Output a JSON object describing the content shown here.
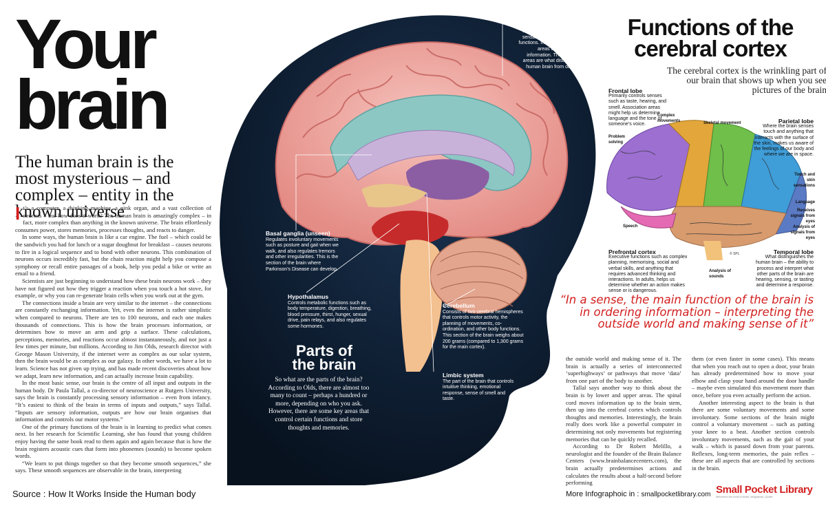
{
  "left": {
    "title_line1": "Your",
    "title_line2": "brain",
    "subtitle": "The human brain is the most mysterious – and complex – entity in the known universe",
    "dropcap": "I",
    "paragraphs": [
      "t’s a computer, a thinking machine, a pink organ, and a vast collection of neurons – but how does it work? The human brain is amazingly complex – in fact, more complex than anything in the known universe. The brain effortlessly consumes power, stores memories, processes thoughts, and reacts to danger.",
      "In some ways, the human brain is like a car engine. The fuel – which could be the sandwich you had for lunch or a sugar doughnut for breakfast – causes neurons to fire in a logical sequence and to bond with other neurons. This combination of neurons occurs incredibly fast, but the chain reaction might help you compose a symphony or recall entire passages of a book, help you pedal a bike or write an email to a friend.",
      "Scientists are just beginning to understand how these brain neurons work – they have not figured out how they trigger a reaction when you touch a hot stove, for example, or why you can re-generate brain cells when you work out at the gym.",
      "The connections inside a brain are very similar to the internet – the connections are constantly exchanging information. Yet, even the internet is rather simplistic when compared to neurons. There are ten to 100 neurons, and each one makes thousands of connections. This is how the brain processes information, or determines how to move an arm and grip a surface. These calculations, perceptions, memories, and reactions occur almost instantaneously, and not just a few times per minute, but millions. According to Jim Olds, research director with George Mason University, if the internet were as complex as our solar system, then the brain would be as complex as our galaxy. In other words, we have a lot to learn. Science has not given up trying, and has made recent discoveries about how we adapt, learn new information, and can actually increase brain capability.",
      "In the most basic sense, our brain is the centre of all input and outputs in the human body. Dr Paula Tallal, a co-director of neuroscience at Rutgers University, says the brain is constantly processing sensory information – even from infancy. “It’s easiest to think of the brain in terms of inputs and outputs,” says Tallal. “Inputs are sensory information, outputs are how our brain organises that information and controls our motor systems.”",
      "One of the primary functions of the brain is in learning to predict what comes next. In her research for Scientific Learning, she has found that young children enjoy having the same book read to them again and again because that is how the brain registers acoustic cues that form into phonemes (sounds) to become spoken words.",
      "“We learn to put things together so that they become smooth sequences,” she says. These smooth sequences are observable in the brain, interpreting"
    ]
  },
  "diagram": {
    "cerebral_cortex": {
      "title": "Cerebral cortex",
      "text": "The ‘grey matter’ of the brain controls cognition, motor activity, sensation, and other higher level functions. Includes the association areas which help process information. These association areas are what distinguishes the human brain from other brains."
    },
    "basal_ganglia": {
      "title": "Basal ganglia (unseen)",
      "text": "Regulates involuntary movements such as posture and gait when we walk, and also regulates tremors and other irregularities. This is the section of the brain where Parkinson’s Disease can develop."
    },
    "hypothalamus": {
      "title": "Hypothalamus",
      "text": "Controls metabolic functions such as body temperature, digestion, breathing, blood pressure, thirst, hunger, sexual drive, pain relays, and also regulates some hormones."
    },
    "cerebellum": {
      "title": "Cerebellum",
      "text": "Consists of two cerebral hemispheres that controls motor activity, the planning of movements, co-ordination, and other body functions. This section of the brain weighs about 200 grams (compared to 1,300 grams for the main cortex)."
    },
    "limbic_system": {
      "title": "Limbic system",
      "text": "The part of the brain that controls intuitive thinking, emotional response, sense of smell and taste."
    },
    "parts_title_line1": "Parts of",
    "parts_title_line2": "the brain",
    "parts_text": "So what are the parts of the brain? According to Olds, there are almost too many to count – perhaps a hundred or more, depending on who you ask. However, there are some key areas that control certain functions and store thoughts and memories."
  },
  "right": {
    "title_line1": "Functions of the",
    "title_line2": "cerebral cortex",
    "subtitle": "The cerebral cortex is the wrinkling part of our brain that shows up when you see pictures of the brain",
    "frontal_lobe": {
      "title": "Frontal lobe",
      "text": "Primarily controls senses such as taste, hearing, and smell. Association areas might help us determine language and the tone of someone’s voice."
    },
    "parietal_lobe": {
      "title": "Parietal lobe",
      "text": "Where the brain senses touch and anything that interacts with the surface of the skin, makes us aware of the feelings of our body and where we are in space."
    },
    "prefrontal_cortex": {
      "title": "Prefrontal cortex",
      "text": "Executive functions such as complex planning, memorising, social and verbal skills, and anything that requires advanced thinking and interactions. In adults, helps us determine whether an action makes sense or is dangerous."
    },
    "temporal_lobe": {
      "title": "Temporal lobe",
      "text": "What distinguishes the human brain – the ability to process and interpret what other parts of the brain are hearing, sensing, or tasting and determine a response."
    },
    "small_labels": {
      "complex": "Complex movements",
      "skeletal": "Skeletal movement",
      "problem": "Problem solving",
      "touch": "Touch and skin sensations",
      "language": "Language",
      "receives": "Receives signals from eyes",
      "analysis_eyes": "Analysis of signals from eyes",
      "speech": "Speech",
      "analysis_sounds": "Analysis of sounds",
      "credit": "© SPL"
    },
    "quote": "“In a sense, the main function of the brain is in ordering information – interpreting the outside world and making sense of it”",
    "mid_paragraphs": [
      "the outside world and making sense of it. The brain is actually a series of interconnected ‘superhighways’ or pathways that move ‘data’ from one part of the body to another.",
      "Tallal says another way to think about the brain is by lower and upper areas. The spinal cord moves information up to the brain stem, then up into the cerebral cortex which controls thoughts and memories. Interestingly, the brain really does work like a powerful computer in determining not only movements but registering memories that can be quickly recalled.",
      "According to Dr Robert Melillo, a neurologist and the founder of the Brain Balance Centers (www.brainbalancecenters.com), the brain actually predetermines actions and calculates the results about a half-second before performing"
    ],
    "right_paragraphs": [
      "them (or even faster in some cases). This means that when you reach out to open a door, your brain has already predetermined how to move your elbow and clasp your hand around the door handle – maybe even simulated this movement more than once, before you even actually perform the action.",
      "Another interesting aspect to the brain is that there are some voluntary movements and some involuntary. Some sections of the brain might control a voluntary movement – such as patting your knee to a beat. Another section controls involuntary movements, such as the gait of your walk – which is passed down from your parents. Reflexes, long-term memories, the pain reflex – these are all aspects that are controlled by sections in the brain."
    ]
  },
  "footer": {
    "source": "Source : How It Works Inside the Human body",
    "more_prefix": "More Infographoic in : ",
    "more_url": "smallpocketlibrary.com",
    "logo_text": "Small Pocket Library",
    "logo_tagline": "Welcome to the world of Books, Infographics, Quotes"
  }
}
